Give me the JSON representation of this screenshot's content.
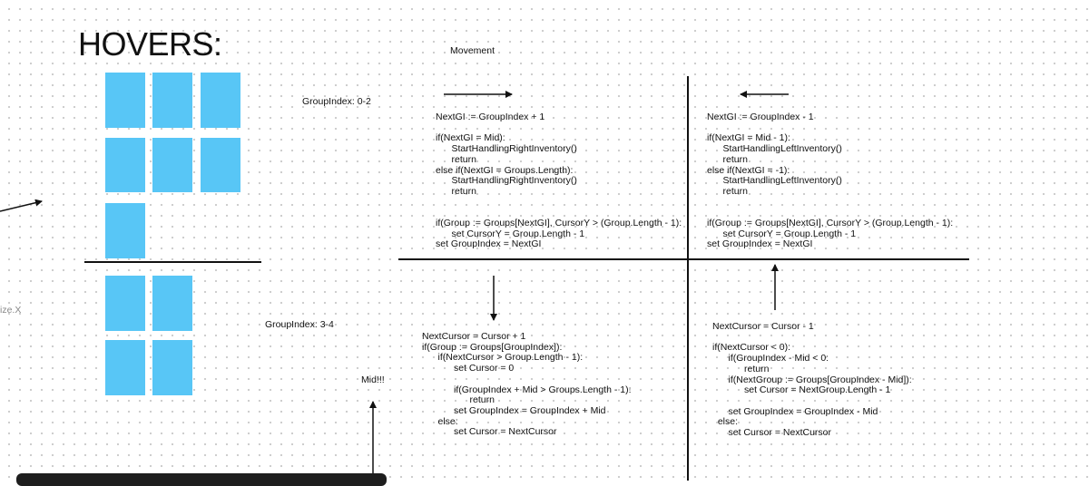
{
  "title": "HOVERS:",
  "movement_label": "Movement",
  "group_labels": {
    "top": "GroupIndex: 0-2",
    "bottom": "GroupIndex: 3-4"
  },
  "mid_label": "Mid!!!",
  "left_fragment": "ize.X",
  "tile_color": "#58c6f6",
  "code": {
    "right": "NextGI := GroupIndex + 1\n\nif(NextGI = Mid):\n      StartHandlingRightInventory()\n      return\nelse if(NextGI = Groups.Length):\n      StartHandlingRightInventory()\n      return\n\n\nif(Group := Groups[NextGI], CursorY > (Group.Length - 1):\n      set CursorY = Group.Length - 1\nset GroupIndex = NextGI",
    "left": "NextGI := GroupIndex - 1\n\nif(NextGI = Mid - 1):\n      StartHandlingLeftInventory()\n      return\nelse if(NextGI = -1):\n      StartHandlingLeftInventory()\n      return\n\n\nif(Group := Groups[NextGI], CursorY > (Group.Length - 1):\n      set CursorY = Group.Length - 1\nset GroupIndex = NextGI",
    "down": "NextCursor = Cursor + 1\nif(Group := Groups[GroupIndex]):\n      if(NextCursor > Group.Length - 1):\n            set Cursor = 0\n\n            if(GroupIndex + Mid > Groups.Length - 1):\n                  return\n            set GroupIndex = GroupIndex + Mid\n      else:\n            set Cursor = NextCursor",
    "up": "NextCursor = Cursor - 1\n\nif(NextCursor < 0):\n      if(GroupIndex - Mid < 0:\n            return\n      if(NextGroup := Groups[GroupIndex - Mid]):\n            set Cursor = NextGroup.Length - 1\n\n      set GroupIndex = GroupIndex - Mid\n  else:\n      set Cursor = NextCursor"
  }
}
